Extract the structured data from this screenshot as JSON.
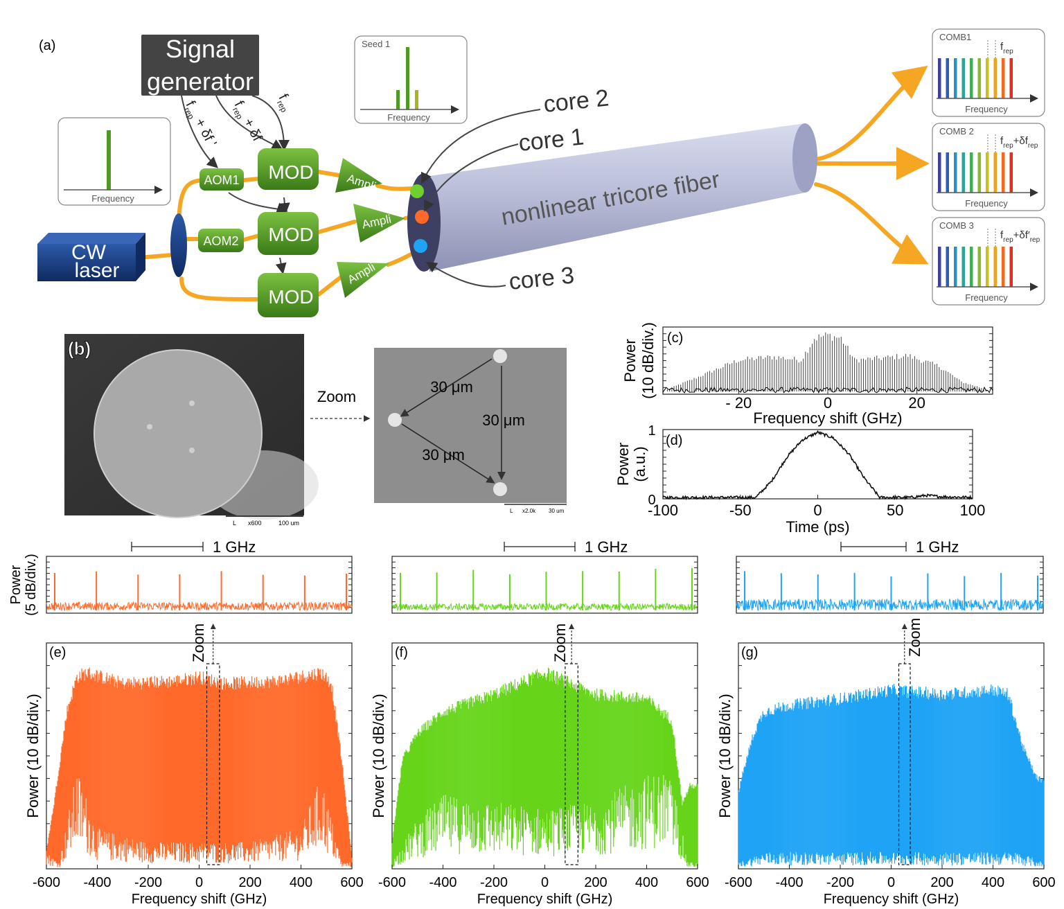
{
  "panel_a": {
    "label": "(a)",
    "signal_generator": [
      "Signal",
      "generator"
    ],
    "cw_laser": [
      "CW",
      "laser"
    ],
    "aom1": "AOM1",
    "aom2": "AOM2",
    "mod": "MOD",
    "ampli": "Ampli",
    "fiber": "nonlinear tricore fiber",
    "cores": [
      "core 2",
      "core 1",
      "core 3"
    ],
    "freq_rep": "f",
    "freq_rep_sub": "rep",
    "freq_rep_delta": "f",
    "freq_rep_delta_tail": " + δf",
    "freq_rep_delta_prime_tail": " + δf '",
    "inset_input_xlabel": "Frequency",
    "inset_seed_title": "Seed 1",
    "inset_seed_xlabel": "Frequency",
    "combs": [
      {
        "title": "COMB1",
        "xlabel": "Frequency",
        "spacing": "f",
        "spacing_sub": "rep",
        "spacing_tail": ""
      },
      {
        "title": "COMB 2",
        "xlabel": "Frequency",
        "spacing": "f",
        "spacing_sub": "rep",
        "spacing_tail": "+δf"
      },
      {
        "title": "COMB 3",
        "xlabel": "Frequency",
        "spacing": "f",
        "spacing_sub": "rep",
        "spacing_tail": "+δf′"
      }
    ],
    "colors": {
      "green": "#4f9a25",
      "blue": "#1b3f84",
      "orange": "#f5a623",
      "fiber": "#b7bbd6"
    }
  },
  "panel_b": {
    "label": "(b)",
    "zoom": "Zoom",
    "distances": [
      "30 μm",
      "30 μm",
      "30 μm"
    ],
    "scale_left": [
      "L",
      "x600",
      "100 um"
    ],
    "scale_right": [
      "L",
      "x2.0k",
      "30 um"
    ]
  },
  "chart_data": [
    {
      "type": "line",
      "panel": "(c)",
      "xlabel": "Frequency shift (GHz)",
      "ylabel": [
        "Power",
        "(10 dB/div.)"
      ],
      "xlim": [
        -37,
        37
      ],
      "xticks": [
        -20,
        0,
        20
      ],
      "xtick_labels": [
        "- 20",
        "0",
        "20"
      ],
      "envelope": {
        "x": [
          -37,
          -30,
          -20,
          -12,
          -6,
          -3,
          0,
          3,
          6,
          12,
          18,
          25,
          30,
          37
        ],
        "y": [
          0.05,
          0.25,
          0.55,
          0.6,
          0.55,
          0.9,
          0.95,
          0.9,
          0.55,
          0.58,
          0.62,
          0.45,
          0.2,
          0.05
        ]
      },
      "color": "#444444"
    },
    {
      "type": "line",
      "panel": "(d)",
      "xlabel": "Time (ps)",
      "ylabel": [
        "Power",
        "(a.u.)"
      ],
      "xlim": [
        -100,
        100
      ],
      "ylim": [
        0,
        1
      ],
      "xticks": [
        -100,
        -50,
        0,
        50,
        100
      ],
      "yticks": [
        0,
        1
      ],
      "curve": {
        "x": [
          -100,
          -40,
          -30,
          -20,
          -10,
          0,
          10,
          20,
          30,
          40,
          60,
          70,
          80,
          100
        ],
        "y": [
          0.02,
          0.02,
          0.25,
          0.6,
          0.85,
          0.96,
          0.88,
          0.65,
          0.3,
          0.02,
          0.02,
          0.05,
          0.03,
          0.02
        ]
      },
      "color": "#111111"
    },
    {
      "type": "area",
      "panel": "(e)",
      "color": "#ff6a2a",
      "xlabel": "Frequency shift (GHz)",
      "ylabel": "Power (10 dB/div.)",
      "xlim": [
        -600,
        600
      ],
      "xticks": [
        -600,
        -400,
        -200,
        0,
        200,
        400,
        600
      ],
      "zoom_label": "Zoom",
      "zoom_box": [
        30,
        80
      ],
      "upper": {
        "x": [
          -600,
          -570,
          -520,
          -480,
          -440,
          -300,
          -100,
          0,
          100,
          300,
          480,
          520,
          560,
          600
        ],
        "y": [
          0.08,
          0.3,
          0.72,
          0.88,
          0.9,
          0.85,
          0.86,
          0.88,
          0.85,
          0.86,
          0.9,
          0.85,
          0.5,
          0.05
        ]
      },
      "lower": {
        "x": [
          -600,
          -550,
          -480,
          -400,
          -200,
          0,
          200,
          400,
          480,
          560,
          600
        ],
        "y": [
          0.05,
          0.02,
          0.3,
          0.12,
          0.08,
          0.08,
          0.08,
          0.12,
          0.28,
          0.02,
          0.02
        ]
      },
      "zoom": {
        "scale_label": "1 GHz",
        "ylabel": [
          "Power",
          "(5 dB/div.)"
        ],
        "peaks": 8,
        "peak_height": 0.75,
        "noise_level": 0.18
      }
    },
    {
      "type": "area",
      "panel": "(f)",
      "color": "#66d51a",
      "xlabel": "Frequency shift (GHz)",
      "ylabel": "Power (10 dB/div.)",
      "xlim": [
        -600,
        600
      ],
      "xticks": [
        -600,
        -400,
        -200,
        0,
        200,
        400,
        600
      ],
      "zoom_label": "Zoom",
      "zoom_box": [
        80,
        130
      ],
      "upper": {
        "x": [
          -600,
          -560,
          -500,
          -400,
          -200,
          0,
          200,
          400,
          500,
          540,
          570,
          600
        ],
        "y": [
          0.12,
          0.5,
          0.62,
          0.72,
          0.8,
          0.9,
          0.8,
          0.78,
          0.68,
          0.3,
          0.38,
          0.38
        ]
      },
      "lower": {
        "x": [
          -600,
          -500,
          -400,
          -200,
          0,
          200,
          400,
          480,
          520,
          560,
          600
        ],
        "y": [
          0.02,
          0.15,
          0.22,
          0.2,
          0.18,
          0.2,
          0.28,
          0.3,
          0.2,
          0.02,
          0.02
        ]
      },
      "zoom": {
        "scale_label": "1 GHz",
        "ylabel": [],
        "peaks": 9,
        "peak_height": 0.8,
        "noise_level": 0.15
      }
    },
    {
      "type": "area",
      "panel": "(g)",
      "color": "#1ea3f5",
      "xlabel": "Frequency shift (GHz)",
      "ylabel": "Power (10 dB/div.)",
      "xlim": [
        -600,
        600
      ],
      "xticks": [
        -600,
        -400,
        -200,
        0,
        200,
        400,
        600
      ],
      "zoom_label": "Zoom",
      "zoom_box": [
        30,
        75
      ],
      "upper": {
        "x": [
          -600,
          -580,
          -540,
          -500,
          -400,
          -200,
          0,
          200,
          400,
          460,
          520,
          570,
          600
        ],
        "y": [
          0.35,
          0.45,
          0.62,
          0.72,
          0.75,
          0.78,
          0.82,
          0.8,
          0.82,
          0.8,
          0.55,
          0.42,
          0.4
        ]
      },
      "lower": {
        "x": [
          -600,
          -500,
          -400,
          -200,
          0,
          200,
          400,
          500,
          600
        ],
        "y": [
          0.02,
          0.05,
          0.05,
          0.05,
          0.05,
          0.05,
          0.05,
          0.05,
          0.02
        ]
      },
      "zoom": {
        "scale_label": "1 GHz",
        "ylabel": [],
        "peaks": 9,
        "peak_height": 0.75,
        "noise_level": 0.25
      }
    }
  ]
}
